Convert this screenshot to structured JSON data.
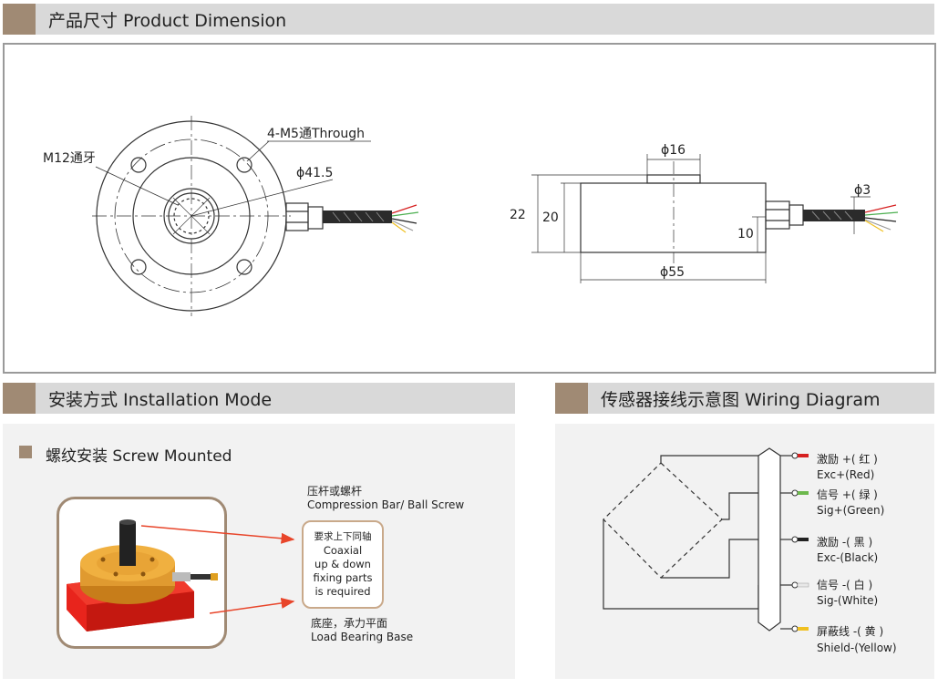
{
  "sections": {
    "product_dimension": "产品尺寸 Product Dimension",
    "installation_mode": "安装方式 Installation Mode",
    "wiring_diagram": "传感器接线示意图  Wiring Diagram"
  },
  "dimension": {
    "front_view": {
      "thread_label": "M12通牙",
      "holes_label": "4-M5通Through",
      "bolt_circle_label": "ϕ41.5"
    },
    "side_view": {
      "top_diameter": "ϕ16",
      "cable_diameter": "ϕ3",
      "height_total": "22",
      "height_body": "20",
      "cable_height": "10",
      "body_diameter": "ϕ55"
    }
  },
  "installation": {
    "subtitle": "螺纹安装 Screw Mounted",
    "compression_cn": "压杆或螺杆",
    "compression_en": "Compression Bar/ Ball Screw",
    "callout_cn": "要求上下同轴",
    "callout_en": [
      "Coaxial",
      "up & down",
      "fixing parts",
      "is required"
    ],
    "base_cn": "底座，承力平面",
    "base_en": "Load Bearing Base"
  },
  "wiring": {
    "wires": [
      {
        "cn": "激励 +( 红 )",
        "en": "Exc+(Red)",
        "color": "#d62020"
      },
      {
        "cn": "信号 +( 绿 )",
        "en": "Sig+(Green)",
        "color": "#4caf50"
      },
      {
        "cn": "激励 -( 黑 )",
        "en": "Exc-(Black)",
        "color": "#222222"
      },
      {
        "cn": "信号 -( 白 )",
        "en": "Sig-(White)",
        "color": "#dddddd"
      },
      {
        "cn": "屏蔽线 -( 黄 )",
        "en": "Shield-(Yellow)",
        "color": "#f0c020"
      }
    ]
  },
  "colors": {
    "accent": "#a08a74",
    "header_bg": "#d9d9d9",
    "panel_bg": "#f2f2f2",
    "arrow": "#e8452a"
  }
}
